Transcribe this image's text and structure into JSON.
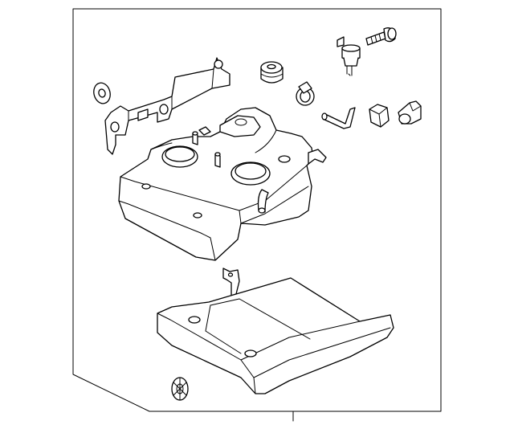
{
  "diagram": {
    "parts": [
      {
        "id": "fuel-tank"
      },
      {
        "id": "skid-plate"
      },
      {
        "id": "tank-strap-bracket"
      },
      {
        "id": "washer"
      },
      {
        "id": "grommet"
      },
      {
        "id": "hose-clamp"
      },
      {
        "id": "vent-valve"
      },
      {
        "id": "bolt"
      },
      {
        "id": "vent-hose"
      },
      {
        "id": "nut"
      },
      {
        "id": "elbow-cap"
      },
      {
        "id": "push-retainer"
      }
    ]
  }
}
